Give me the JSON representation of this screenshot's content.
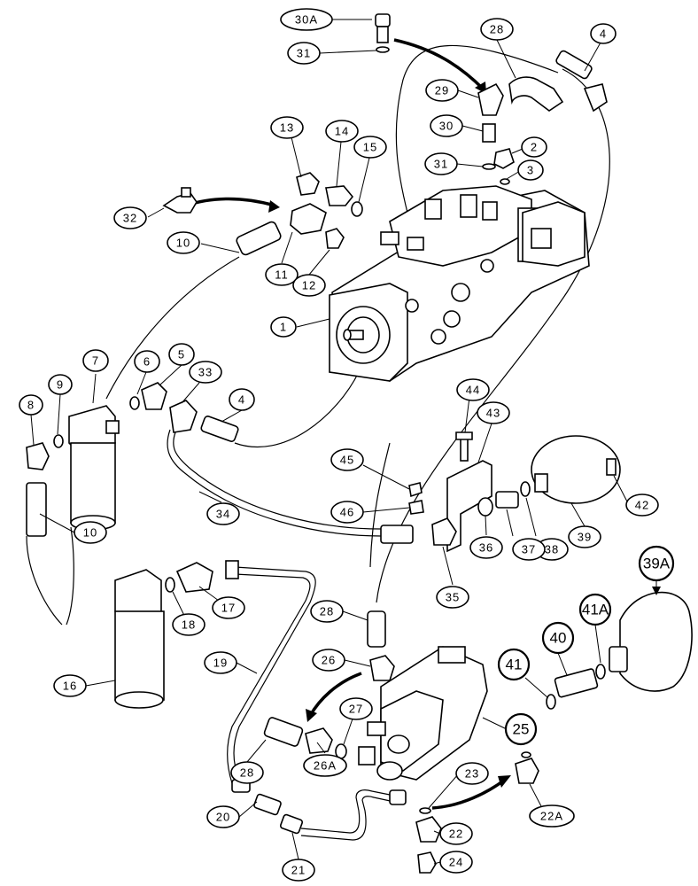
{
  "diagram": {
    "callouts": [
      {
        "id": "c30A",
        "label": "30A"
      },
      {
        "id": "c31a",
        "label": "31"
      },
      {
        "id": "c28a",
        "label": "28"
      },
      {
        "id": "c4a",
        "label": "4"
      },
      {
        "id": "c29",
        "label": "29"
      },
      {
        "id": "c30",
        "label": "30"
      },
      {
        "id": "c2",
        "label": "2"
      },
      {
        "id": "c31b",
        "label": "31"
      },
      {
        "id": "c3",
        "label": "3"
      },
      {
        "id": "c13",
        "label": "13"
      },
      {
        "id": "c14",
        "label": "14"
      },
      {
        "id": "c15",
        "label": "15"
      },
      {
        "id": "c32",
        "label": "32"
      },
      {
        "id": "c10a",
        "label": "10"
      },
      {
        "id": "c11",
        "label": "11"
      },
      {
        "id": "c12",
        "label": "12"
      },
      {
        "id": "c1",
        "label": "1"
      },
      {
        "id": "c7",
        "label": "7"
      },
      {
        "id": "c6",
        "label": "6"
      },
      {
        "id": "c5",
        "label": "5"
      },
      {
        "id": "c33",
        "label": "33"
      },
      {
        "id": "c9",
        "label": "9"
      },
      {
        "id": "c8",
        "label": "8"
      },
      {
        "id": "c4b",
        "label": "4"
      },
      {
        "id": "c44",
        "label": "44"
      },
      {
        "id": "c43",
        "label": "43"
      },
      {
        "id": "c45",
        "label": "45"
      },
      {
        "id": "c46",
        "label": "46"
      },
      {
        "id": "c34",
        "label": "34"
      },
      {
        "id": "c10b",
        "label": "10"
      },
      {
        "id": "c42",
        "label": "42"
      },
      {
        "id": "c39",
        "label": "39"
      },
      {
        "id": "c38",
        "label": "38"
      },
      {
        "id": "c37",
        "label": "37"
      },
      {
        "id": "c36",
        "label": "36"
      },
      {
        "id": "c35",
        "label": "35"
      },
      {
        "id": "c17",
        "label": "17"
      },
      {
        "id": "c18",
        "label": "18"
      },
      {
        "id": "c28b",
        "label": "28"
      },
      {
        "id": "c19",
        "label": "19"
      },
      {
        "id": "c16",
        "label": "16"
      },
      {
        "id": "c26",
        "label": "26"
      },
      {
        "id": "c27",
        "label": "27"
      },
      {
        "id": "c28c",
        "label": "28"
      },
      {
        "id": "c26A",
        "label": "26A"
      },
      {
        "id": "c23",
        "label": "23"
      },
      {
        "id": "c22A",
        "label": "22A"
      },
      {
        "id": "c22",
        "label": "22"
      },
      {
        "id": "c24",
        "label": "24"
      },
      {
        "id": "c20",
        "label": "20"
      },
      {
        "id": "c21",
        "label": "21"
      },
      {
        "id": "c39A",
        "label": "39A"
      },
      {
        "id": "c41A",
        "label": "41A"
      },
      {
        "id": "c40",
        "label": "40"
      },
      {
        "id": "c41",
        "label": "41"
      },
      {
        "id": "c25",
        "label": "25"
      }
    ]
  }
}
